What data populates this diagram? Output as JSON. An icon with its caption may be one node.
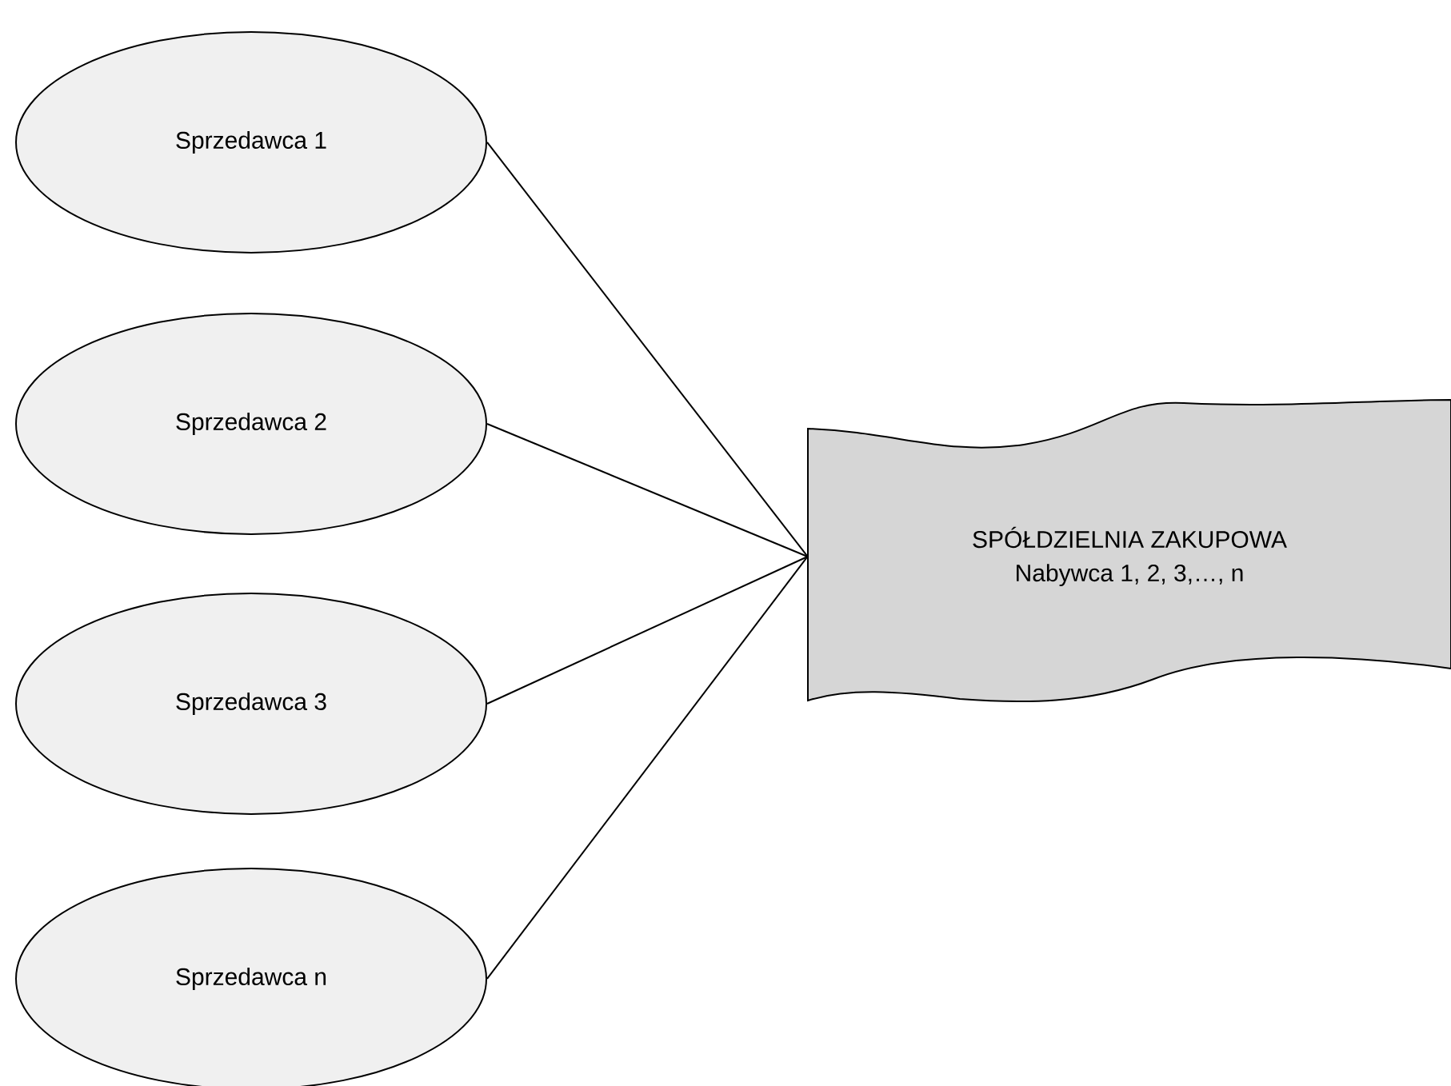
{
  "diagram": {
    "nodes": [
      {
        "text": [
          "Sprzedawca 1"
        ]
      },
      {
        "text": [
          "Sprzedawca 2"
        ]
      },
      {
        "text": [
          "Sprzedawca 3"
        ]
      },
      {
        "text": [
          "Sprzedawca n"
        ]
      },
      {
        "text": [
          "SPÓŁDZIELNIA ZAKUPOWA",
          "Nabywca 1, 2, 3,…, n"
        ]
      }
    ],
    "edges": [
      {
        "from": 0,
        "to": 4,
        "arrow": "none"
      },
      {
        "from": 1,
        "to": 4,
        "arrow": "none"
      },
      {
        "from": 2,
        "to": 4,
        "arrow": "none"
      },
      {
        "from": 3,
        "to": 4,
        "arrow": "none"
      }
    ]
  }
}
